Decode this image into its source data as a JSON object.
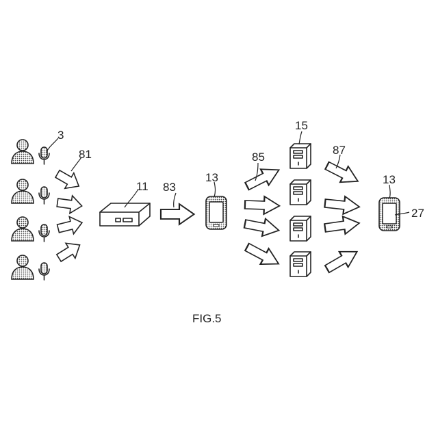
{
  "figure": {
    "caption": "FIG.5",
    "labels": {
      "users": "3",
      "arrows_in": "81",
      "hub": "11",
      "arrow_hub_phone": "83",
      "phone_left": "13",
      "arrows_out": "85",
      "servers": "15",
      "arrows_back": "87",
      "phone_right": "13",
      "screen": "27"
    }
  }
}
